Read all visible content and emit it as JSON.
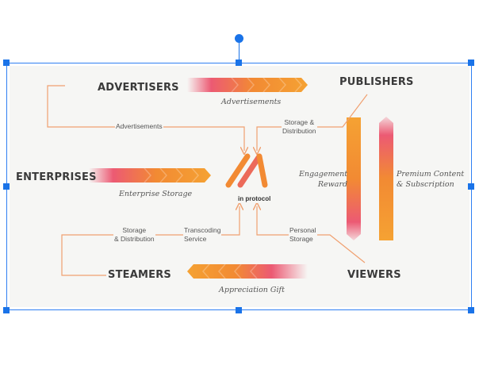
{
  "nodes": {
    "advertisers": "ADVERTISERS",
    "publishers": "PUBLISHERS",
    "enterprises": "ENTERPRISES",
    "steamers": "STEAMERS",
    "viewers": "VIEWERS"
  },
  "center_logo_label": "in protocol",
  "flow_labels": {
    "advertisements_arrow": "Advertisements",
    "advertisements_line": "Advertisements",
    "storage_distribution_publishers": "Storage &\nDistribution",
    "enterprise_storage": "Enterprise Storage",
    "engagement_reward": "Engagement\nReward",
    "premium_content": "Premium Content\n& Subscription",
    "storage_distribution_steamers": "Storage\n& Distribution",
    "transcoding_service": "Transcoding\nService",
    "personal_storage": "Personal\nStorage",
    "appreciation_gift": "Appreciation Gift"
  },
  "colors": {
    "accent_orange": "#f28a33",
    "accent_pink": "#ec5a73",
    "line_orange": "#f0a070",
    "selection_blue": "#1a73e8"
  }
}
